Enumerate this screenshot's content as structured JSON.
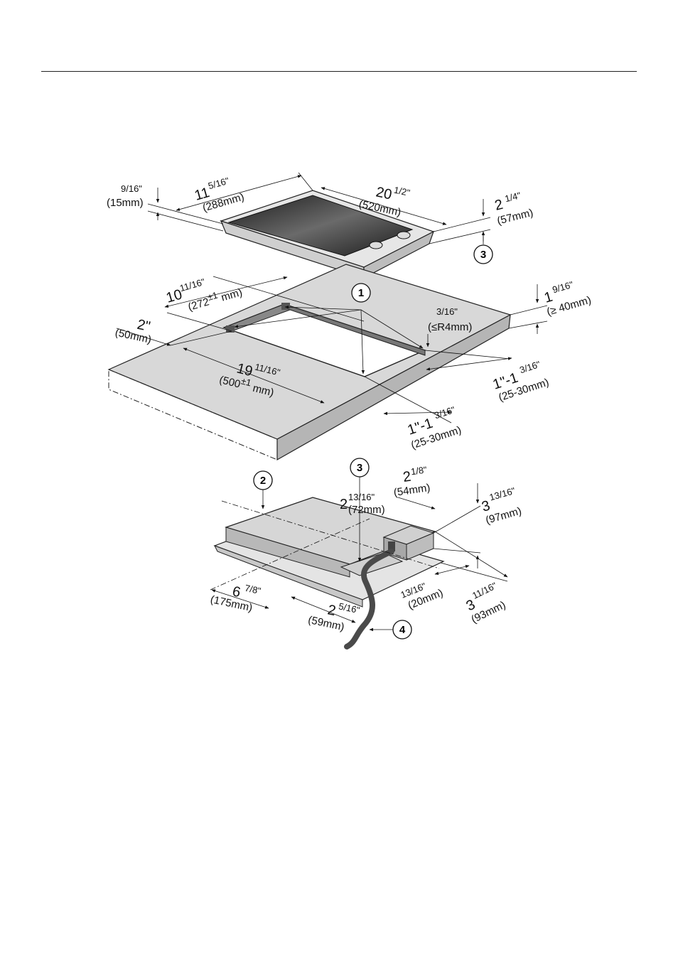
{
  "colors": {
    "counter": "#d8d8d8",
    "counter_edge": "#b5b5b5",
    "glass": "#2f2f2f",
    "cable": "#4a4a4a"
  },
  "callouts": {
    "c1": "1",
    "c2": "2",
    "c3a": "3",
    "c3b": "3",
    "c4": "4"
  },
  "top_unit": {
    "overhang_frac": "9/16\"",
    "overhang_mm": "(15mm)",
    "depth_whole": "11",
    "depth_frac": "5/16\"",
    "depth_mm": "(288mm)",
    "width_whole": "20",
    "width_frac": "1/2\"",
    "width_mm": "(520mm)",
    "height_whole": "2",
    "height_frac": "1/4\"",
    "height_mm": "(57mm)"
  },
  "cutout": {
    "depth_whole": "10",
    "depth_frac": "11/16\"",
    "depth_mm_a": "(272",
    "depth_mm_b": "±1",
    "depth_mm_c": " mm)",
    "front_whole": "2\"",
    "front_mm": "(50mm)",
    "width_whole": "19",
    "width_frac": "11/16\"",
    "width_mm_a": "(500",
    "width_mm_b": "±1",
    "width_mm_c": " mm)",
    "radius_frac": "3/16\"",
    "radius_mm": "(≤R4mm)",
    "thick_whole": "1",
    "thick_frac": "9/16\"",
    "thick_mm": "(≥ 40mm)",
    "rear_whole": "1\"-1",
    "rear_frac": "3/16\"",
    "rear_mm": "(25-30mm)",
    "side_whole": "1\"-1",
    "side_frac": "3/16\"",
    "side_mm": "(25-30mm)"
  },
  "bottom_unit": {
    "a_whole": "2",
    "a_frac": "1/8\"",
    "a_mm": "(54mm)",
    "b_whole": "2",
    "b_frac": "13/16\"",
    "b_mm": "(72mm)",
    "c_whole": "3",
    "c_frac": "13/16\"",
    "c_mm": "(97mm)",
    "d_frac": "13/16\"",
    "d_mm": "(20mm)",
    "e_whole": "3",
    "e_frac": "11/16\"",
    "e_mm": "(93mm)",
    "f_whole": "6",
    "f_frac": "7/8\"",
    "f_mm": "(175mm)",
    "g_whole": "2",
    "g_frac": "5/16\"",
    "g_mm": "(59mm)"
  }
}
